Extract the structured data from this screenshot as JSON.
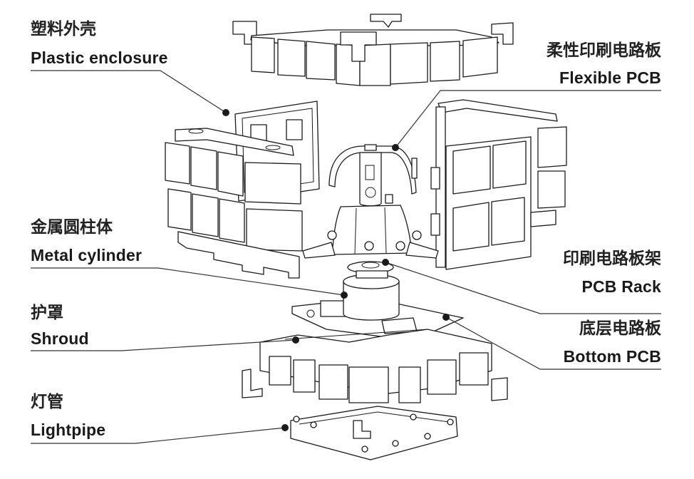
{
  "diagram": {
    "type": "exploded-view",
    "labels": [
      {
        "id": "plastic-enclosure",
        "zh": "塑料外壳",
        "en": "Plastic enclosure",
        "side": "left"
      },
      {
        "id": "flexible-pcb",
        "zh": "柔性印刷电路板",
        "en": "Flexible PCB",
        "side": "right"
      },
      {
        "id": "metal-cylinder",
        "zh": "金属圆柱体",
        "en": "Metal cylinder",
        "side": "left"
      },
      {
        "id": "pcb-rack",
        "zh": "印刷电路板架",
        "en": "PCB Rack",
        "side": "right"
      },
      {
        "id": "shroud",
        "zh": "护罩",
        "en": "Shroud",
        "side": "left"
      },
      {
        "id": "bottom-pcb",
        "zh": "底层电路板",
        "en": "Bottom PCB",
        "side": "right"
      },
      {
        "id": "lightpipe",
        "zh": "灯管",
        "en": "Lightpipe",
        "side": "left"
      }
    ]
  }
}
